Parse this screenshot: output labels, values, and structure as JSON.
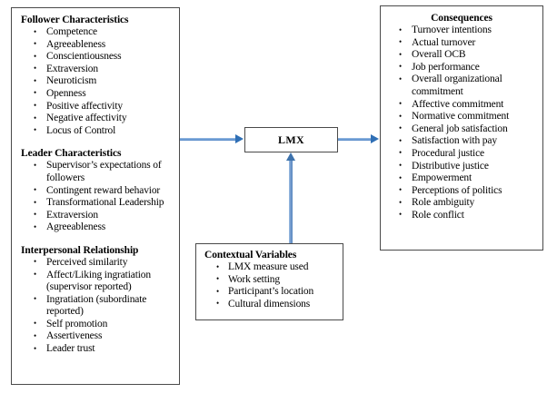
{
  "diagram": {
    "type": "conceptual-model-flow",
    "colors": {
      "box_border": "#4a4a4a",
      "arrow_shaft": "#7099cc",
      "arrow_head": "#2f6fb5",
      "background": "#ffffff",
      "text": "#000000"
    },
    "boxes": {
      "predictors": {
        "groups": [
          {
            "title": "Follower Characteristics",
            "items": [
              "Competence",
              "Agreeableness",
              "Conscientiousness",
              "Extraversion",
              "Neuroticism",
              "Openness",
              "Positive affectivity",
              "Negative affectivity",
              "Locus of Control"
            ]
          },
          {
            "title": "Leader Characteristics",
            "items": [
              "Supervisor’s expectations of followers",
              "Contingent reward behavior",
              "Transformational Leadership",
              "Extraversion",
              "Agreeableness"
            ]
          },
          {
            "title": "Interpersonal Relationship",
            "items": [
              "Perceived similarity",
              "Affect/Liking ingratiation (supervisor reported)",
              "Ingratiation (subordinate reported)",
              "Self promotion",
              "Assertiveness",
              "Leader trust"
            ]
          }
        ]
      },
      "lmx": {
        "title": "LMX"
      },
      "contextual": {
        "title": "Contextual Variables",
        "items": [
          "LMX measure used",
          "Work setting",
          "Participant’s location",
          "Cultural dimensions"
        ]
      },
      "consequences": {
        "title": "Consequences",
        "items": [
          "Turnover intentions",
          "Actual turnover",
          "Overall OCB",
          "Job performance",
          "Overall organizational commitment",
          "Affective commitment",
          "Normative commitment",
          "General job satisfaction",
          "Satisfaction with pay",
          "Procedural justice",
          "Distributive justice",
          "Empowerment",
          "Perceptions of politics",
          "Role ambiguity",
          "Role conflict"
        ]
      }
    },
    "arrows": [
      {
        "name": "predictors-to-lmx",
        "from": "predictors",
        "to": "lmx",
        "direction": "right"
      },
      {
        "name": "lmx-to-consequences",
        "from": "lmx",
        "to": "consequences",
        "direction": "right"
      },
      {
        "name": "contextual-to-lmx",
        "from": "contextual",
        "to": "lmx",
        "direction": "up"
      }
    ]
  }
}
